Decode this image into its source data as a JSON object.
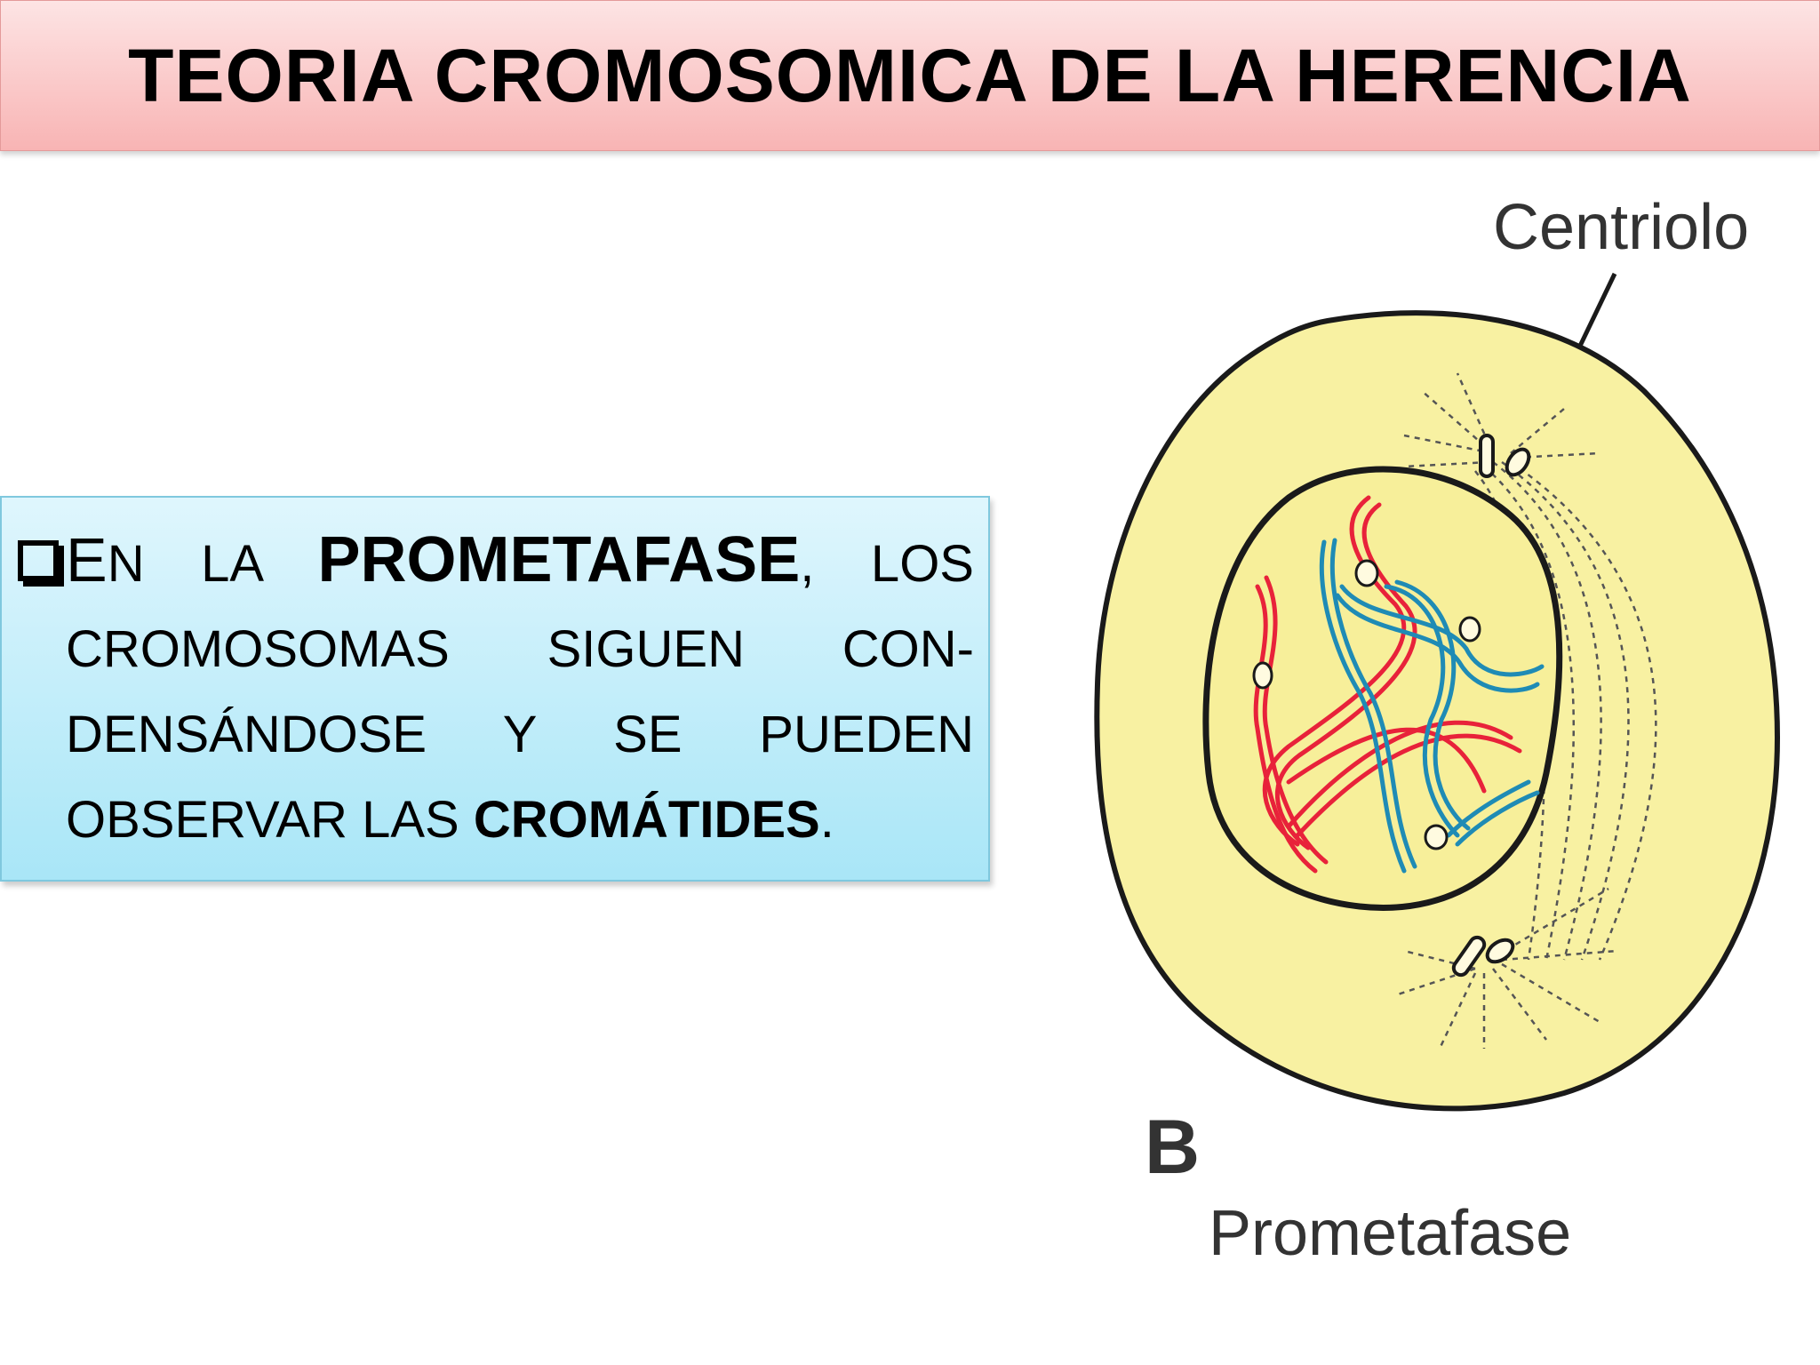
{
  "slide": {
    "title": "TEORIA CROMOSOMICA DE LA HERENCIA"
  },
  "text_box": {
    "p1_cap": "E",
    "p1_a": "N LA ",
    "p1_bold": "PROMETAFASE",
    "p1_b": ", LOS",
    "line2": "CROMOSOMAS SIGUEN CON-",
    "line3": "DENSÁNDOSE Y SE PUEDEN",
    "line4_a": "OBSERVAR LAS ",
    "line4_bold": "CROMÁTIDES",
    "line4_b": "."
  },
  "diagram": {
    "label_centriolo": "Centriolo",
    "label_letter": "B",
    "label_phase": "Prometafase",
    "colors": {
      "cell_fill": "#f8f1a2",
      "nucleus_fill": "#f7ef9a",
      "chromosome_red": "#e8223a",
      "chromosome_blue": "#1f8bb5",
      "outline": "#1a1a1a"
    }
  }
}
